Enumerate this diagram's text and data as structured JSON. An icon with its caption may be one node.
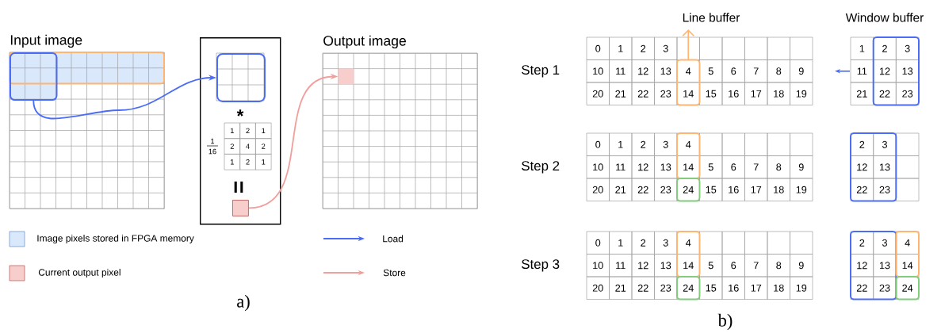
{
  "diagram": {
    "nodes": [
      {
        "text": [
          "Input image"
        ]
      },
      {
        "text": [],
        "shape": "box",
        "in": 0
      },
      {
        "text": [],
        "shape": "box"
      },
      {
        "text": [],
        "shape": "box",
        "in": 2
      },
      {
        "text": [],
        "shape": "box",
        "in": 2
      },
      {
        "text": [
          "Output image"
        ]
      },
      {
        "text": [],
        "shape": "box",
        "in": 5
      }
    ],
    "edges": [
      {
        "from": 1,
        "to": 3,
        "arrow": "to",
        "color": "#4a6cf7"
      },
      {
        "from": 4,
        "to": 6,
        "arrow": "to",
        "color": "#f0a09c"
      }
    ],
    "labels": [
      "*",
      "1",
      "16",
      "1",
      "2",
      "1",
      "2",
      "4",
      "2",
      "1",
      "2",
      "1",
      "=",
      "a)",
      "Line buffer",
      "Window buffer",
      "Step 1",
      "0",
      "1",
      "2",
      "3",
      "10",
      "11",
      "12",
      "13",
      "4",
      "5",
      "6",
      "7",
      "8",
      "9",
      "20",
      "21",
      "22",
      "23",
      "14",
      "15",
      "16",
      "17",
      "18",
      "19",
      "1",
      "2",
      "3",
      "11",
      "12",
      "13",
      "21",
      "22",
      "23",
      "Step 2",
      "0",
      "1",
      "2",
      "3",
      "4",
      "10",
      "11",
      "12",
      "13",
      "14",
      "5",
      "6",
      "7",
      "8",
      "9",
      "20",
      "21",
      "22",
      "23",
      "24",
      "15",
      "16",
      "17",
      "18",
      "19",
      "2",
      "3",
      "12",
      "13",
      "22",
      "23",
      "Step 3",
      "0",
      "1",
      "2",
      "3",
      "4",
      "10",
      "11",
      "12",
      "13",
      "14",
      "5",
      "6",
      "7",
      "8",
      "9",
      "20",
      "21",
      "22",
      "23",
      "24",
      "15",
      "16",
      "17",
      "18",
      "19",
      "2",
      "3",
      "4",
      "12",
      "13",
      "14",
      "22",
      "23",
      "24",
      "b)"
    ],
    "legend": [
      {
        "text": "Image pixels stored in FPGA memory",
        "color": "#dae8fc"
      },
      {
        "text": "Current output pixel",
        "color": "#f8cecc"
      },
      {
        "text": "Load"
      },
      {
        "text": "Store"
      }
    ]
  }
}
